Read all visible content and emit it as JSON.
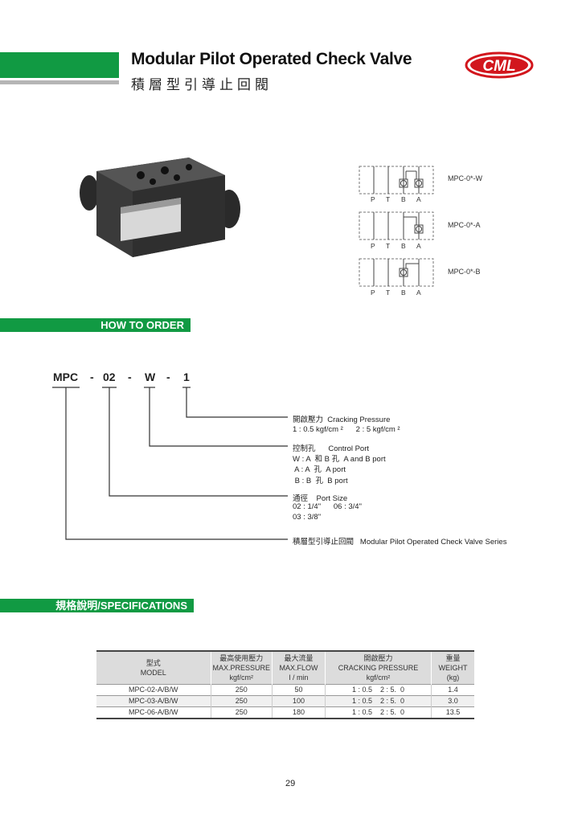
{
  "header": {
    "title": "Modular Pilot Operated Check Valve",
    "subtitle": "積層型引導止回閥",
    "logo_text": "CML"
  },
  "symbols": [
    {
      "label": "MPC-0*-W",
      "ports": [
        "P",
        "T",
        "B",
        "A"
      ]
    },
    {
      "label": "MPC-0*-A",
      "ports": [
        "P",
        "T",
        "B",
        "A"
      ]
    },
    {
      "label": "MPC-0*-B",
      "ports": [
        "P",
        "T",
        "B",
        "A"
      ]
    }
  ],
  "how_to_order": {
    "title": "HOW TO ORDER",
    "code": [
      "MPC",
      "-",
      "02",
      "-",
      "W",
      "-",
      "1"
    ],
    "lines": [
      "開啟壓力  Cracking Pressure",
      "1 : 0.5 kgf/cm ²      2 : 5 kgf/cm ²",
      "控制孔      Control Port",
      "W : A  和 B 孔  A and B port",
      " A : A  孔  A port",
      " B : B  孔  B port",
      "通徑    Port Size",
      "02 : 1/4\"      06 : 3/4\"",
      "03 : 3/8\"",
      "積層型引導止回閥   Modular Pilot Operated Check Valve Series"
    ]
  },
  "specifications": {
    "title": "規格說明/SPECIFICATIONS",
    "headers": [
      [
        "型式",
        "MODEL"
      ],
      [
        "最高使用壓力",
        "MAX.PRESSURE",
        "kgf/cm²"
      ],
      [
        "最大流量",
        "MAX.FLOW",
        "l / min"
      ],
      [
        "開啟壓力",
        "CRACKING PRESSURE",
        "kgf/cm²"
      ],
      [
        "重量",
        "WEIGHT",
        "(kg)"
      ]
    ],
    "rows": [
      [
        "MPC-02-A/B/W",
        "250",
        "50",
        "1 : 0.5    2 : 5.  0",
        "1.4"
      ],
      [
        "MPC-03-A/B/W",
        "250",
        "100",
        "1 : 0.5    2 : 5.  0",
        "3.0"
      ],
      [
        "MPC-06-A/B/W",
        "250",
        "180",
        "1 : 0.5    2 : 5.  0",
        "13.5"
      ]
    ]
  },
  "page_number": "29"
}
